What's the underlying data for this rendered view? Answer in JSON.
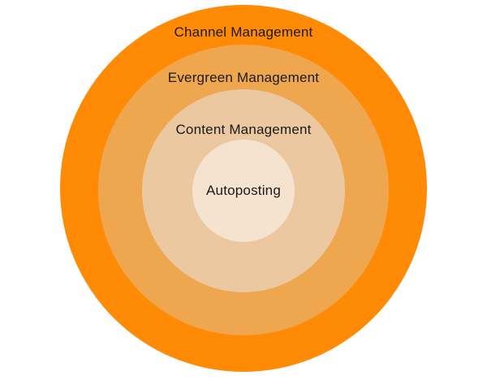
{
  "diagram": {
    "rings": [
      {
        "label": "Channel Management",
        "color": "#fe8a05"
      },
      {
        "label": "Evergreen Management",
        "color": "#efa74f"
      },
      {
        "label": "Content Management",
        "color": "#ecc8a1"
      },
      {
        "label": "Autoposting",
        "color": "#f6e3cf"
      }
    ]
  }
}
